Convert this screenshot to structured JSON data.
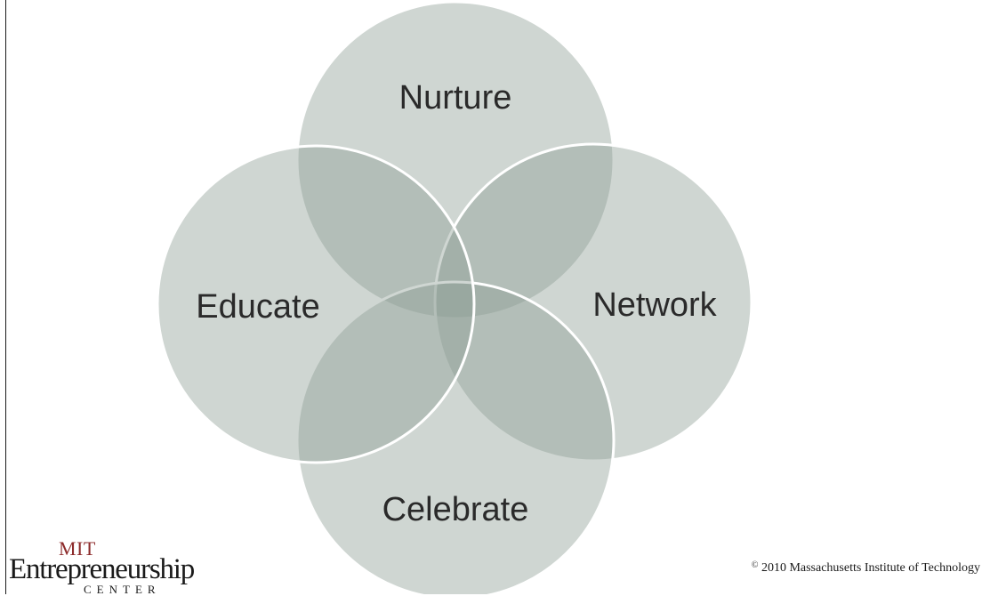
{
  "diagram": {
    "circles": [
      {
        "id": "nurture",
        "label": "Nurture"
      },
      {
        "id": "network",
        "label": "Network"
      },
      {
        "id": "celebrate",
        "label": "Celebrate"
      },
      {
        "id": "educate",
        "label": "Educate"
      }
    ],
    "colors": {
      "circle_fill": "#8d9e94",
      "circle_stroke": "#ffffff",
      "label": "#2a2a2a"
    }
  },
  "logo": {
    "top_text": "MIT",
    "main_text": "Entrepreneurship",
    "bottom_text": "CENTER",
    "top_color": "#8c2a2a"
  },
  "footer": {
    "copyright_symbol": "©",
    "copyright_text": "2010 Massachusetts Institute of Technology"
  }
}
